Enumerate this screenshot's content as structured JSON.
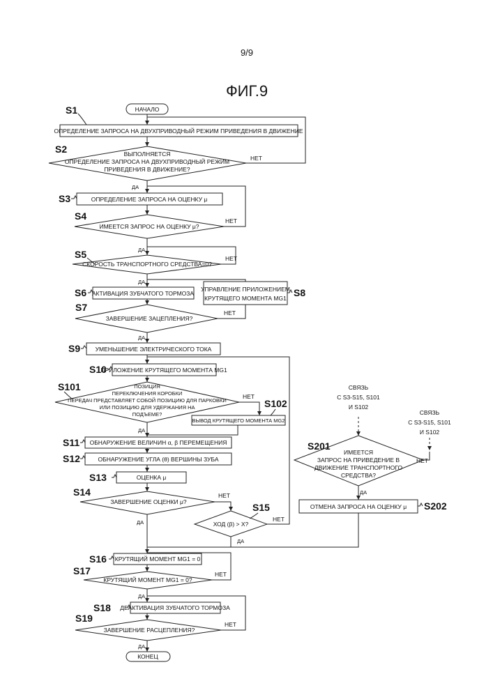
{
  "page_number": "9/9",
  "figure_title": "ФИГ.9",
  "start": "НАЧАЛО",
  "end": "КОНЕЦ",
  "yes": "ДА",
  "no": "НЕТ",
  "steps": {
    "S1": {
      "label": "S1",
      "text": "ОПРЕДЕЛЕНИЕ ЗАПРОСА НА ДВУХПРИВОДНЫЙ РЕЖИМ ПРИВЕДЕНИЯ В ДВИЖЕНИЕ"
    },
    "S2": {
      "label": "S2",
      "line1": "ВЫПОЛНЯЕТСЯ",
      "line2": "ОПРЕДЕЛЕНИЕ ЗАПРОСА НА ДВУХПРИВОДНЫЙ РЕЖИМ",
      "line3": "ПРИВЕДЕНИЯ В ДВИЖЕНИЕ?"
    },
    "S3": {
      "label": "S3",
      "text": "ОПРЕДЕЛЕНИЕ ЗАПРОСА НА ОЦЕНКУ μ"
    },
    "S4": {
      "label": "S4",
      "text": "ИМЕЕТСЯ ЗАПРОС НА ОЦЕНКУ μ?"
    },
    "S5": {
      "label": "S5",
      "text": "СКОРОСТЬ ТРАНСПОРТНОГО СРЕДСТВА=0?"
    },
    "S6": {
      "label": "S6",
      "text": "АКТИВАЦИЯ ЗУБЧАТОГО ТОРМОЗА"
    },
    "S7": {
      "label": "S7",
      "text": "ЗАВЕРШЕНИЕ ЗАЦЕПЛЕНИЯ?"
    },
    "S8": {
      "label": "S8",
      "line1": "УПРАВЛЕНИЕ ПРИЛОЖЕНИЕМ",
      "line2": "КРУТЯЩЕГО МОМЕНТА MG1"
    },
    "S9": {
      "label": "S9",
      "text": "УМЕНЬШЕНИЕ ЭЛЕКТРИЧЕСКОГО ТОКА"
    },
    "S10": {
      "label": "S10",
      "text": "ПРИЛОЖЕНИЕ КРУТЯЩЕГО МОМЕНТА MG1"
    },
    "S101": {
      "label": "S101",
      "line1": "ПОЗИЦИЯ",
      "line2": "ПЕРЕКЛЮЧЕНИЯ КОРОБКИ",
      "line3": "ПЕРЕДАЧ ПРЕДСТАВЛЯЕТ СОБОЙ ПОЗИЦИЮ ДЛЯ ПАРКОВКИ",
      "line4": "ИЛИ ПОЗИЦИЮ ДЛЯ УДЕРЖАНИЯ НА",
      "line5": "ПОДЪЕМЕ?"
    },
    "S102": {
      "label": "S102",
      "text": "ВЫВОД КРУТЯЩЕГО МОМЕНТА MG2"
    },
    "S11": {
      "label": "S11",
      "text": "ОБНАРУЖЕНИЕ ВЕЛИЧИН α, β ПЕРЕМЕЩЕНИЯ"
    },
    "S12": {
      "label": "S12",
      "text": "ОБНАРУЖЕНИЕ УГЛА (θ) ВЕРШИНЫ ЗУБА"
    },
    "S13": {
      "label": "S13",
      "text": "ОЦЕНКА μ"
    },
    "S14": {
      "label": "S14",
      "text": "ЗАВЕРШЕНИЕ ОЦЕНКИ μ?"
    },
    "S15": {
      "label": "S15",
      "text": "ХОД (β) > X?"
    },
    "S16": {
      "label": "S16",
      "text": "КРУТЯЩИЙ МОМЕНТ MG1 = 0"
    },
    "S17": {
      "label": "S17",
      "text": "КРУТЯЩИЙ МОМЕНТ MG1 = 0?"
    },
    "S18": {
      "label": "S18",
      "text": "ДЕАКТИВАЦИЯ ЗУБЧАТОГО ТОРМОЗА"
    },
    "S19": {
      "label": "S19",
      "text": "ЗАВЕРШЕНИЕ РАСЦЕПЛЕНИЯ?"
    },
    "S201": {
      "label": "S201",
      "line1": "ИМЕЕТСЯ",
      "line2": "ЗАПРОС НА ПРИВЕДЕНИЕ В",
      "line3": "ДВИЖЕНИЕ ТРАНСПОРТНОГО",
      "line4": "СРЕДСТВА?"
    },
    "S202": {
      "label": "S202",
      "text": "ОТМЕНА ЗАПРОСА НА ОЦЕНКУ μ"
    }
  },
  "connectors": {
    "left": {
      "line1": "СВЯЗЬ",
      "line2": "С S3-S15, S101",
      "line3": "И S102"
    },
    "right": {
      "line1": "СВЯЗЬ",
      "line2": "С S3-S15, S101",
      "line3": "И S102"
    }
  }
}
